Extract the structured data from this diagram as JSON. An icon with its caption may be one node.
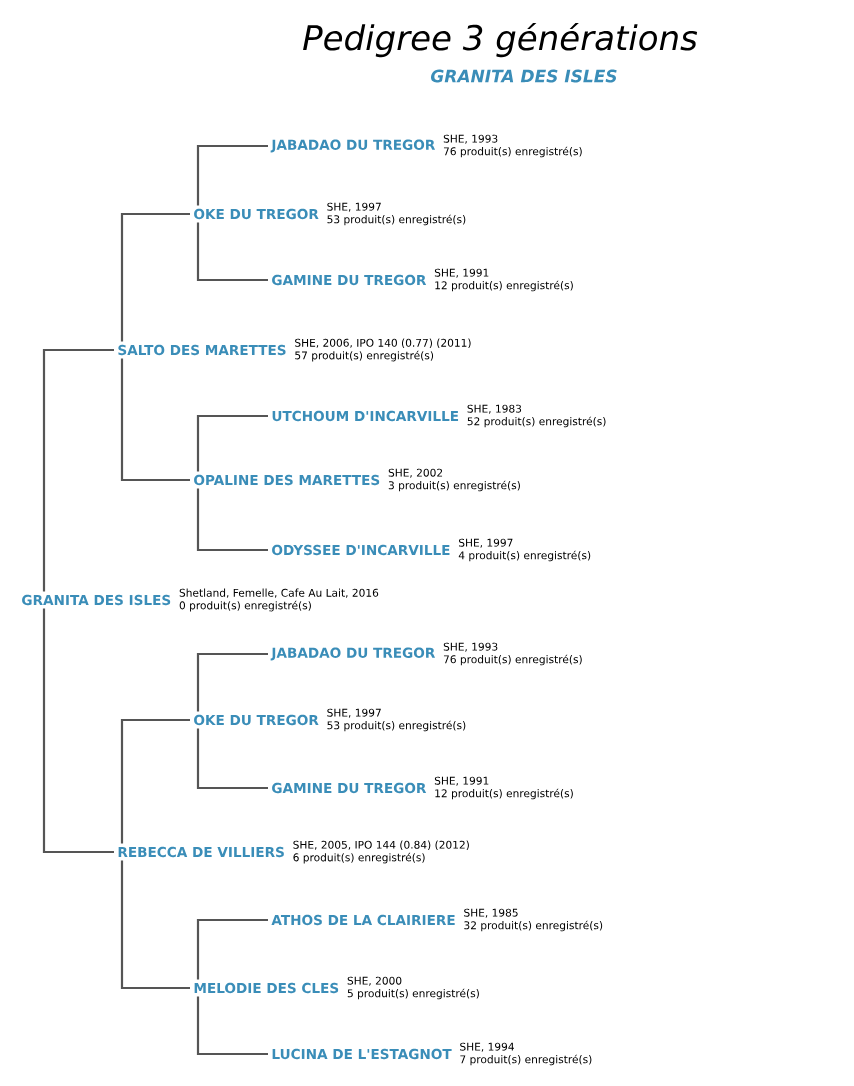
{
  "diagram": {
    "title": "Pedigree 3 générations",
    "caption": "GRANITA DES ISLES",
    "nodes": [
      {
        "text": [
          "JABADAO DU TREGOR"
        ],
        "beside": [
          "SHE, 1993",
          "76 produit(s) enregistré(s)"
        ]
      },
      {
        "text": [
          "OKE DU TREGOR"
        ],
        "beside": [
          "SHE, 1997",
          "53 produit(s) enregistré(s)"
        ]
      },
      {
        "text": [
          "GAMINE DU TREGOR"
        ],
        "beside": [
          "SHE, 1991",
          "12 produit(s) enregistré(s)"
        ]
      },
      {
        "text": [
          "SALTO DES MARETTES"
        ],
        "beside": [
          "SHE, 2006, IPO 140 (0.77) (2011)",
          "57 produit(s) enregistré(s)"
        ]
      },
      {
        "text": [
          "UTCHOUM D'INCARVILLE"
        ],
        "beside": [
          "SHE, 1983",
          "52 produit(s) enregistré(s)"
        ]
      },
      {
        "text": [
          "OPALINE DES MARETTES"
        ],
        "beside": [
          "SHE, 2002",
          "3 produit(s) enregistré(s)"
        ]
      },
      {
        "text": [
          "ODYSSEE D'INCARVILLE"
        ],
        "beside": [
          "SHE, 1997",
          "4 produit(s) enregistré(s)"
        ]
      },
      {
        "text": [
          "GRANITA DES ISLES"
        ],
        "beside": [
          "Shetland, Femelle, Cafe Au Lait, 2016",
          "0 produit(s) enregistré(s)"
        ]
      },
      {
        "text": [
          "JABADAO DU TREGOR"
        ],
        "beside": [
          "SHE, 1993",
          "76 produit(s) enregistré(s)"
        ]
      },
      {
        "text": [
          "OKE DU TREGOR"
        ],
        "beside": [
          "SHE, 1997",
          "53 produit(s) enregistré(s)"
        ]
      },
      {
        "text": [
          "GAMINE DU TREGOR"
        ],
        "beside": [
          "SHE, 1991",
          "12 produit(s) enregistré(s)"
        ]
      },
      {
        "text": [
          "REBECCA DE VILLIERS"
        ],
        "beside": [
          "SHE, 2005, IPO 144 (0.84) (2012)",
          "6 produit(s) enregistré(s)"
        ]
      },
      {
        "text": [
          "ATHOS DE LA CLAIRIERE"
        ],
        "beside": [
          "SHE, 1985",
          "32 produit(s) enregistré(s)"
        ]
      },
      {
        "text": [
          "MELODIE DES CLES"
        ],
        "beside": [
          "SHE, 2000",
          "5 produit(s) enregistré(s)"
        ]
      },
      {
        "text": [
          "LUCINA DE L'ESTAGNOT"
        ],
        "beside": [
          "SHE, 1994",
          "7 produit(s) enregistré(s)"
        ]
      }
    ],
    "edges": [
      {
        "from": 7,
        "to": 3,
        "arrow": "none"
      },
      {
        "from": 7,
        "to": 11,
        "arrow": "none"
      },
      {
        "from": 3,
        "to": 1,
        "arrow": "none"
      },
      {
        "from": 3,
        "to": 5,
        "arrow": "none"
      },
      {
        "from": 1,
        "to": 0,
        "arrow": "none"
      },
      {
        "from": 1,
        "to": 2,
        "arrow": "none"
      },
      {
        "from": 5,
        "to": 4,
        "arrow": "none"
      },
      {
        "from": 5,
        "to": 6,
        "arrow": "none"
      },
      {
        "from": 11,
        "to": 9,
        "arrow": "none"
      },
      {
        "from": 11,
        "to": 13,
        "arrow": "none"
      },
      {
        "from": 9,
        "to": 8,
        "arrow": "none"
      },
      {
        "from": 9,
        "to": 10,
        "arrow": "none"
      },
      {
        "from": 13,
        "to": 12,
        "arrow": "none"
      },
      {
        "from": 13,
        "to": 14,
        "arrow": "none"
      }
    ]
  }
}
